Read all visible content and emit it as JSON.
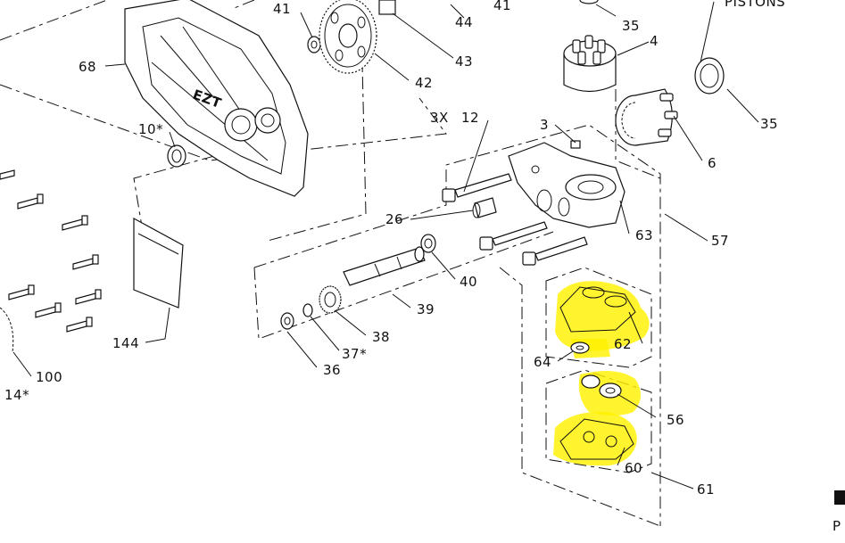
{
  "diagram": {
    "highlight_color": "#fff200",
    "line_color": "#111111",
    "logo_text": "EZT",
    "legend_partial_text": "P",
    "labels": {
      "l41a": "41",
      "l44": "44",
      "l41b": "41",
      "l35a": "35",
      "pistons": "PISTONS",
      "l4": "4",
      "l68": "68",
      "l43": "43",
      "l42": "42",
      "l3x": "3X",
      "l12": "12",
      "l3": "3",
      "l35b": "35",
      "l6": "6",
      "l10": "10*",
      "l26": "26",
      "l63": "63",
      "l57": "57",
      "l40": "40",
      "l39": "39",
      "l144": "144",
      "l62": "62",
      "l38": "38",
      "l64": "64",
      "l37": "37*",
      "l36": "36",
      "l100": "100",
      "l14": "14*",
      "l56": "56",
      "l60": "60",
      "l61": "61"
    }
  }
}
